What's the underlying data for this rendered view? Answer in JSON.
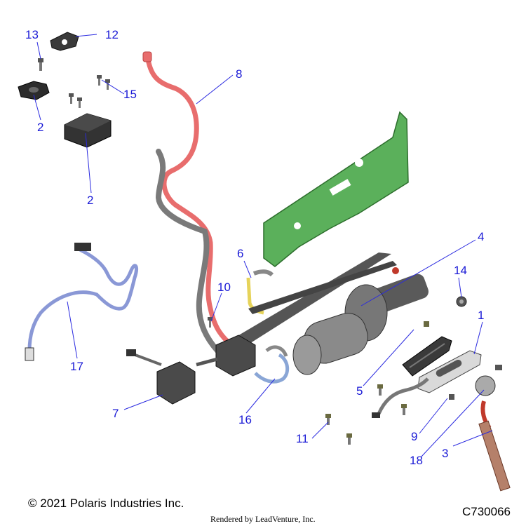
{
  "callouts": [
    {
      "id": "13"
    },
    {
      "id": "12"
    },
    {
      "id": "15"
    },
    {
      "id": "2"
    },
    {
      "id": "2"
    },
    {
      "id": "8"
    },
    {
      "id": "6"
    },
    {
      "id": "4"
    },
    {
      "id": "14"
    },
    {
      "id": "10"
    },
    {
      "id": "1"
    },
    {
      "id": "17"
    },
    {
      "id": "5"
    },
    {
      "id": "7"
    },
    {
      "id": "16"
    },
    {
      "id": "11"
    },
    {
      "id": "9"
    },
    {
      "id": "3"
    },
    {
      "id": "18"
    }
  ],
  "footer": {
    "copyright": "© 2021 Polaris Industries Inc.",
    "drawing_id": "C730066",
    "rendered_by": "Rendered by LeadVenture, Inc."
  },
  "colors": {
    "callout": "#1a1ad6",
    "mount_plate": "#5bb05b",
    "battery_cable": "#e86d6d",
    "wire_harness": "#8a98d6"
  }
}
